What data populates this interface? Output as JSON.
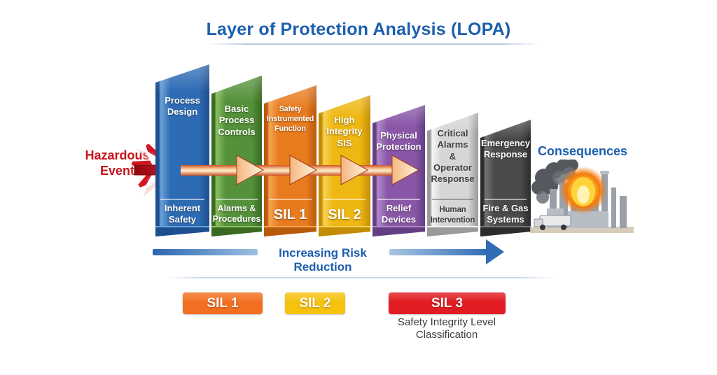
{
  "title": "Layer of Protection Analysis (LOPA)",
  "colors": {
    "accent_blue": "#1d5fae",
    "hazard_red": "#c8121b",
    "risk_arrow_blue": "#2f6cb3",
    "flow_arrow_orange": "#d4572b"
  },
  "hazard": {
    "label": "Hazardous\nEvent"
  },
  "layers": [
    {
      "top_label": "Process\nDesign",
      "bottom_label": "Inherent\nSafety",
      "face": "#2d6bb4",
      "edge_dark": "#1d4e8f",
      "edge_light": "#6aa2d8"
    },
    {
      "top_label": "Basic\nProcess\nControls",
      "bottom_label": "Alarms &\nProcedures",
      "face": "#55913a",
      "edge_dark": "#386a20",
      "edge_light": "#8cc063"
    },
    {
      "top_label": "Safety\nInstrumented\nFunction",
      "bottom_label": "SIL 1",
      "face": "#e97b1f",
      "edge_dark": "#b85a0b",
      "edge_light": "#f6a551"
    },
    {
      "top_label": "High\nIntegrity\nSIS",
      "bottom_label": "SIL 2",
      "face": "#efb712",
      "edge_dark": "#c28d05",
      "edge_light": "#f7d254"
    },
    {
      "top_label": "Physical\nProtection",
      "bottom_label": "Relief\nDevices",
      "face": "#8a57a8",
      "edge_dark": "#643e83",
      "edge_light": "#b189ca"
    },
    {
      "top_label": "Critical\nAlarms\n&\nOperator\nResponse",
      "bottom_label": "Human\nIntervention",
      "face": "#d6d6d6",
      "edge_dark": "#9a9a9a",
      "edge_light": "#f4f4f4",
      "text_color": "#3f3f3f"
    },
    {
      "top_label": "Emergency\nResponse",
      "bottom_label": "Fire & Gas\nSystems",
      "face": "#4a4a4a",
      "edge_dark": "#2c2c2c",
      "edge_light": "#757575"
    }
  ],
  "consequences": {
    "label": "Consequences",
    "scene": "burning-industrial-plant"
  },
  "risk_arrow": {
    "label": "Increasing Risk Reduction"
  },
  "sil_badges": [
    {
      "label": "SIL 1",
      "color": "#F26F21"
    },
    {
      "label": "SIL 2",
      "color": "#F6C20E"
    },
    {
      "label": "SIL 3",
      "color": "#E11C22"
    }
  ],
  "sil_caption": "Safety Integrity Level\nClassification"
}
